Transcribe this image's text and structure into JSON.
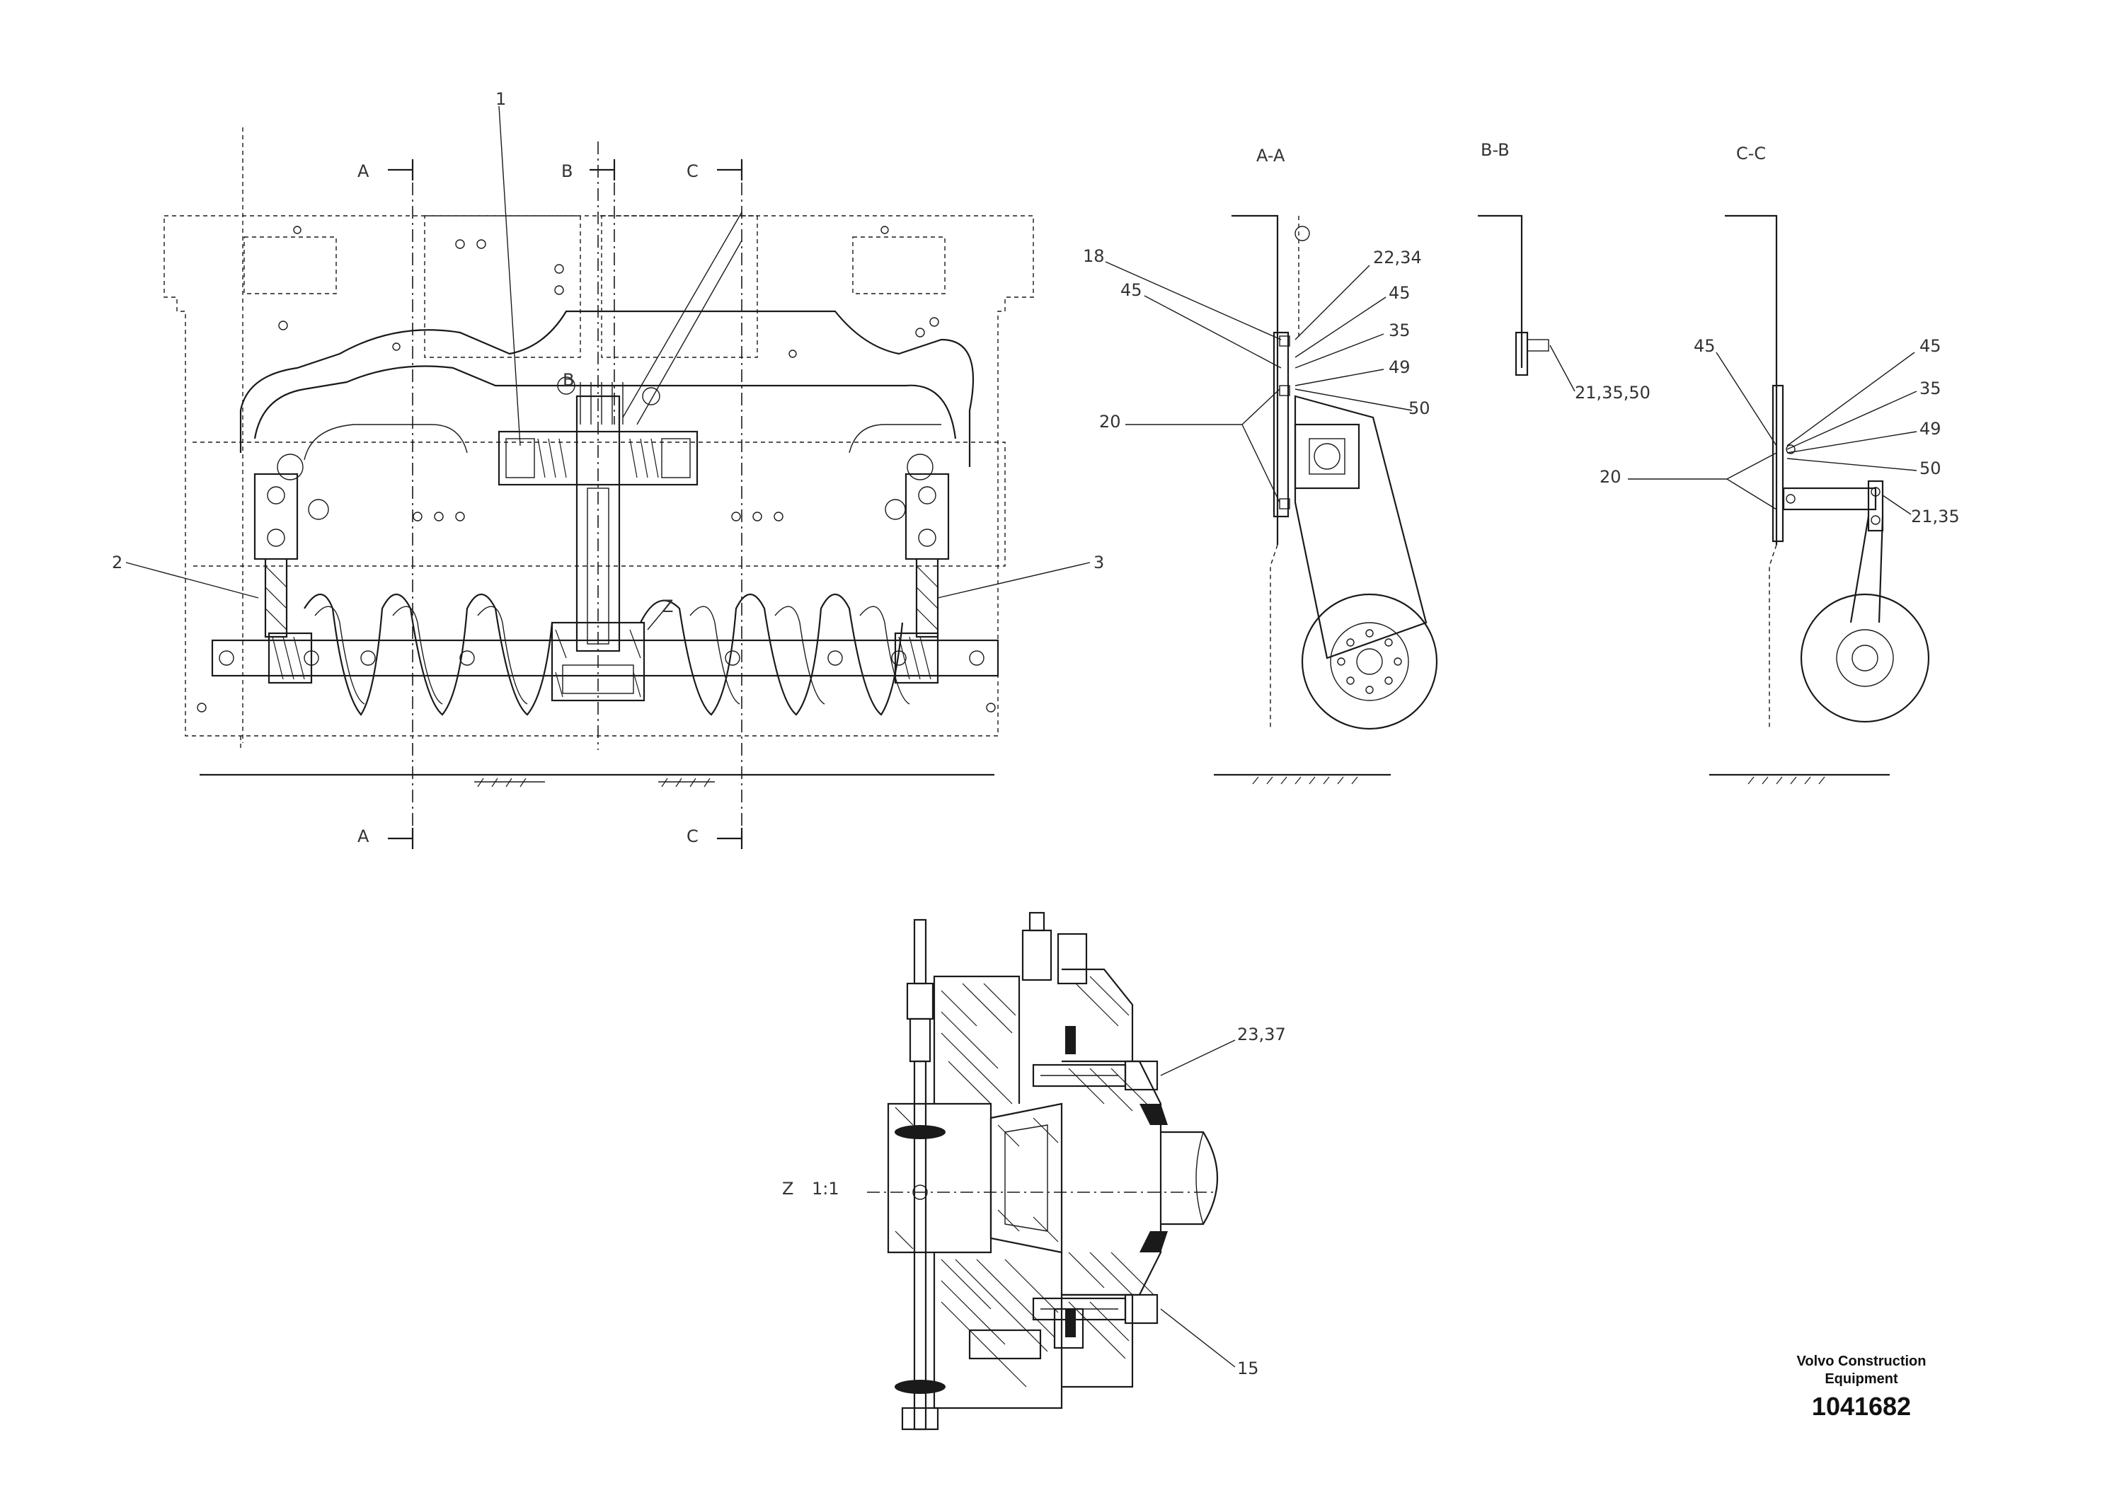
{
  "section_markers": {
    "a_top": "A",
    "b_top": "B",
    "c_top": "C",
    "a_bottom": "A",
    "c_bottom": "C",
    "b_inner": "B"
  },
  "view_titles": {
    "aa": "A-A",
    "bb": "B-B",
    "cc": "C-C"
  },
  "main_view_callouts": {
    "c1": "1",
    "c2": "2",
    "c3": "3",
    "detail_z": "Z"
  },
  "aa_callouts": {
    "c18": "18",
    "c45_left": "45",
    "c20": "20",
    "c22_34": "22,34",
    "c45_right": "45",
    "c35": "35",
    "c49": "49",
    "c50": "50"
  },
  "bb_callouts": {
    "c21_35_50": "21,35,50"
  },
  "cc_callouts": {
    "c45_left": "45",
    "c45_right": "45",
    "c35": "35",
    "c49": "49",
    "c50": "50",
    "c20": "20",
    "c21_35": "21,35"
  },
  "detail_callouts": {
    "heading_z": "Z",
    "heading_scale": "1:1",
    "c23_37": "23,37",
    "c15": "15"
  },
  "title_block": {
    "brand_line1": "Volvo Construction",
    "brand_line2": "Equipment",
    "part_number": "1041682"
  }
}
